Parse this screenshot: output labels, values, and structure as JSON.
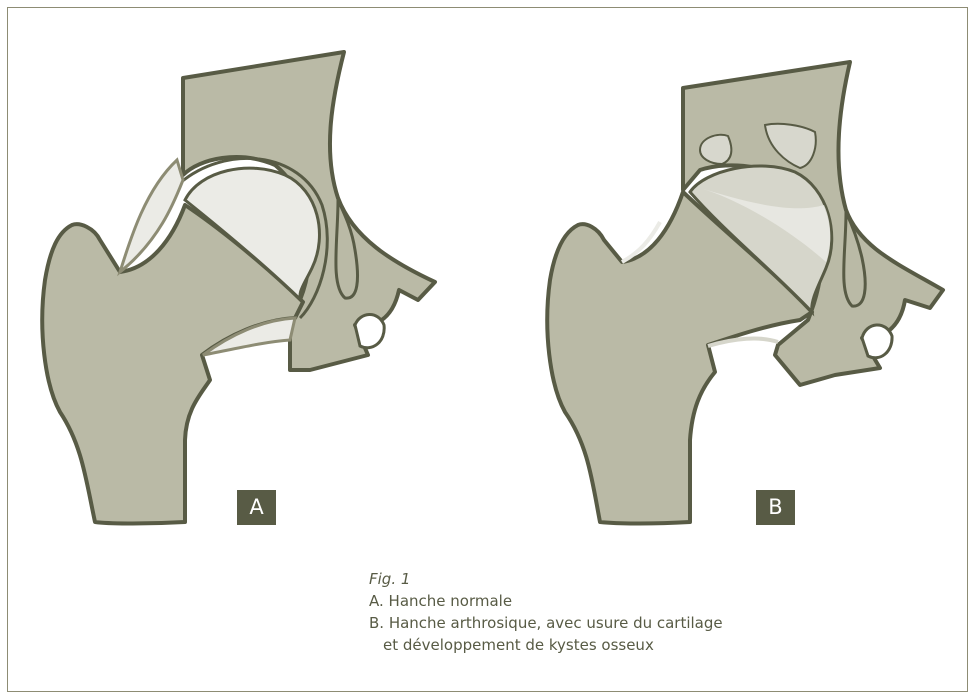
{
  "figure": {
    "panel_a_letter": "A",
    "panel_b_letter": "B",
    "caption": {
      "fig": "Fig. 1",
      "line_a": "A. Hanche normale",
      "line_b1": "B. Hanche arthrosique, avec usure du cartilage",
      "line_b2": "et développement de kystes osseux"
    }
  },
  "colors": {
    "bone": "#babaa6",
    "outline": "#585b45",
    "cartilage": "#ebebe6",
    "worn_cartilage": "#d6d6cb",
    "cyst": "#d7d7cd"
  }
}
